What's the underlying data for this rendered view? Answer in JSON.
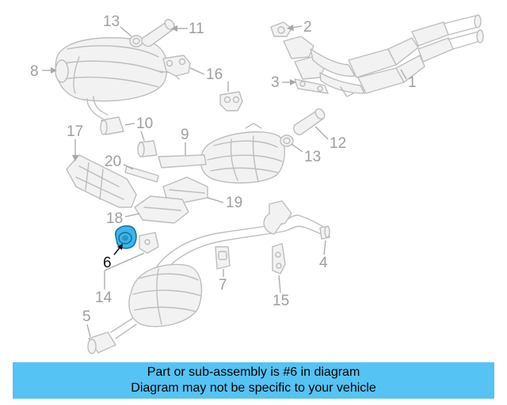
{
  "diagram": {
    "highlighted_part": "6",
    "callouts": [
      "1",
      "2",
      "3",
      "4",
      "5",
      "6",
      "7",
      "8",
      "9",
      "10",
      "11",
      "12",
      "13",
      "13",
      "14",
      "15",
      "16",
      "17",
      "18",
      "19",
      "20"
    ]
  },
  "banner": {
    "line1": "Part or sub-assembly is #6 in diagram",
    "line2": "Diagram may not be specific to your vehicle"
  },
  "colors": {
    "banner": "#55c3f3",
    "highlight": "#39b6ec",
    "part_outline": "#bdbdbd",
    "callout_text": "#9e9e9e"
  }
}
